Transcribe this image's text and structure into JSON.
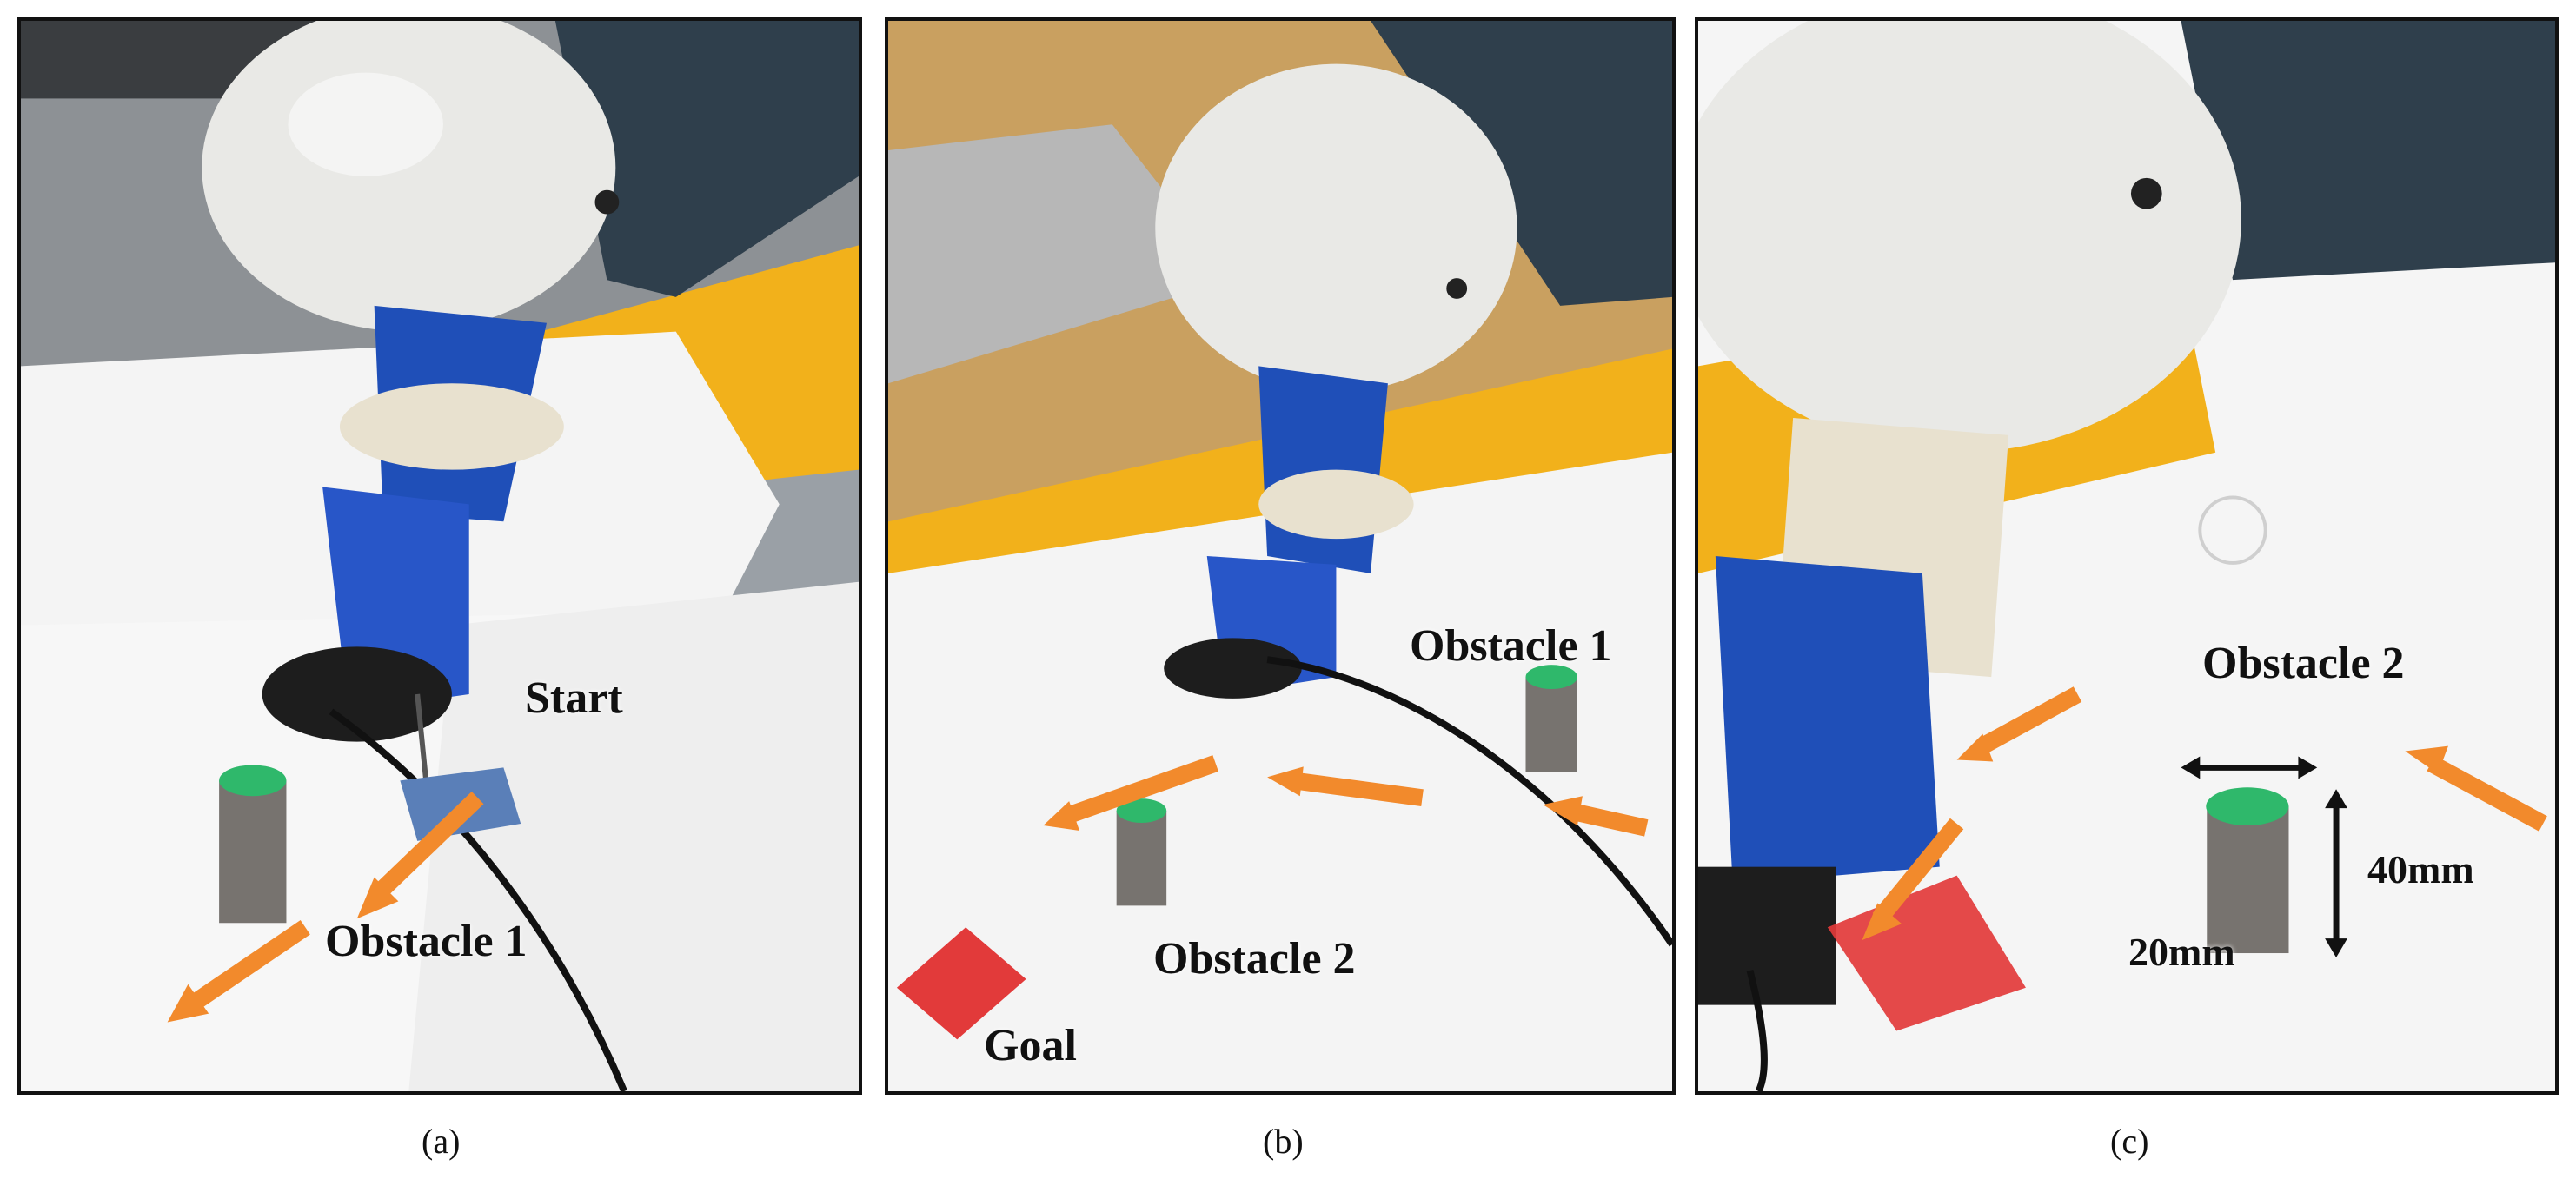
{
  "panels": [
    {
      "caption": "(a)",
      "labels": [
        "Start",
        "Obstacle 1"
      ]
    },
    {
      "caption": "(b)",
      "labels": [
        "Obstacle 1",
        "Obstacle 2",
        "Goal"
      ]
    },
    {
      "caption": "(c)",
      "labels": [
        "Obstacle 2",
        "40mm",
        "20mm"
      ]
    }
  ],
  "colors": {
    "arrow": "#f28a2c",
    "goal": "#e23a3a",
    "obstacle_top": "#2fb86b",
    "table": "#f2b11b",
    "robot_tape": "#1f4fb8",
    "panel_border": "#111111"
  }
}
